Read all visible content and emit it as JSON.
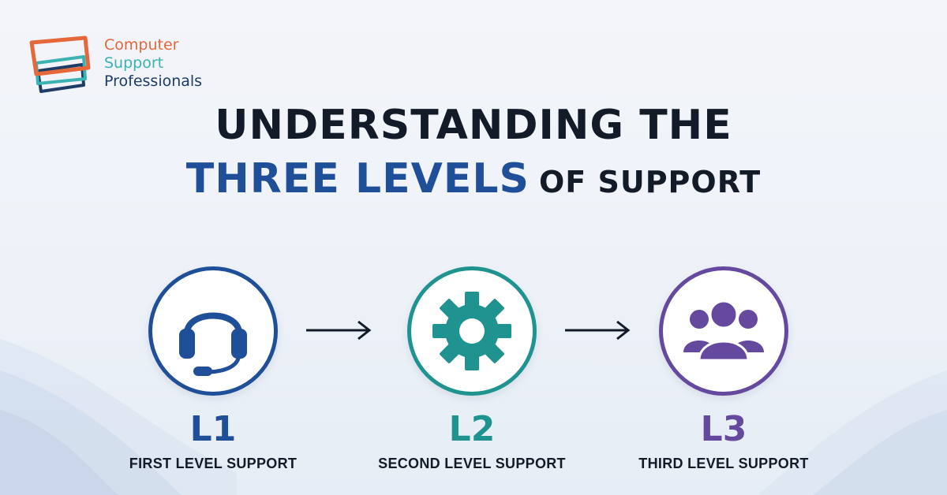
{
  "brand": {
    "line1": "Computer",
    "line2": "Support",
    "line3": "Professionals"
  },
  "headline": {
    "line1": "UNDERSTANDING THE",
    "accent": "THREE LEVELS",
    "rest": "OF SUPPORT"
  },
  "levels": [
    {
      "code": "L1",
      "label": "FIRST LEVEL SUPPORT",
      "icon": "headset-icon",
      "color": "#1f4f98"
    },
    {
      "code": "L2",
      "label": "SECOND LEVEL SUPPORT",
      "icon": "gear-icon",
      "color": "#1e938f"
    },
    {
      "code": "L3",
      "label": "THIRD LEVEL SUPPORT",
      "icon": "group-icon",
      "color": "#65499e"
    }
  ],
  "colors": {
    "logo_orange": "#e4683a",
    "logo_teal": "#3bb3b3",
    "logo_navy": "#1f3c66",
    "headline_dark": "#141b28",
    "headline_blue": "#1f4f98"
  }
}
